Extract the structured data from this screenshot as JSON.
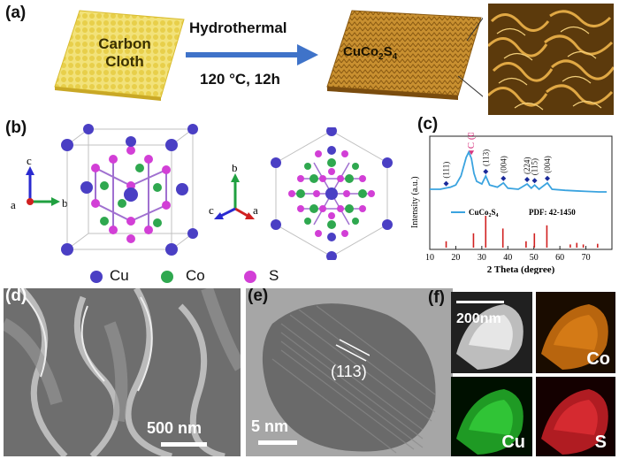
{
  "panels": {
    "a": "(a)",
    "b": "(b)",
    "c": "(c)",
    "d": "(d)",
    "e": "(e)",
    "f": "(f)"
  },
  "schematic": {
    "substrate_line1": "Carbon",
    "substrate_line2": "Cloth",
    "process": "Hydrothermal",
    "condition": "120 °C, 12h",
    "product_base": "CuCo",
    "product_sub1": "2",
    "product_mid": "S",
    "product_sub2": "4"
  },
  "crystal": {
    "axes_left": {
      "c": "c",
      "a": "a",
      "b": "b"
    },
    "axes_right": {
      "b": "b",
      "c": "c",
      "a": "a"
    },
    "legend": [
      {
        "label": "Cu",
        "color": "#4a3fc4"
      },
      {
        "label": "Co",
        "color": "#2fa84f"
      },
      {
        "label": "S",
        "color": "#d23fd6"
      }
    ]
  },
  "micro": {
    "d_scale": "500 nm",
    "e_scale": "5 nm",
    "e_plane": "(113)",
    "f_scale": "200nm",
    "f_maps": {
      "co": "Co",
      "cu": "Cu",
      "s": "S"
    }
  },
  "chart_data": {
    "type": "line",
    "xlabel": "2 Theta (degree)",
    "ylabel": "Intensity (a.u.)",
    "xlim": [
      10,
      80
    ],
    "xticks": [
      10,
      20,
      30,
      40,
      50,
      60,
      70
    ],
    "series": [
      {
        "name": "CuCo2S4",
        "color": "#3aa3df",
        "x": [
          10,
          14,
          16,
          18,
          20,
          22,
          24,
          25,
          26,
          27,
          28,
          30,
          31.5,
          33,
          36,
          38.3,
          40,
          44,
          47.4,
          49,
          50.3,
          52,
          55.2,
          57,
          62,
          66,
          70,
          75,
          78
        ],
        "y": [
          0.3,
          0.3,
          0.32,
          0.34,
          0.38,
          0.55,
          0.9,
          1.0,
          0.88,
          0.6,
          0.45,
          0.4,
          0.55,
          0.38,
          0.34,
          0.42,
          0.32,
          0.3,
          0.4,
          0.32,
          0.38,
          0.3,
          0.42,
          0.3,
          0.28,
          0.27,
          0.26,
          0.25,
          0.25
        ]
      }
    ],
    "reference": {
      "name": "PDF: 42-1450",
      "color": "#d12020",
      "x": [
        16.3,
        26.8,
        31.5,
        38.1,
        47.0,
        50.2,
        55.0,
        64.0,
        66.5,
        69.0,
        74.5
      ],
      "y": [
        0.2,
        0.45,
        1.0,
        0.6,
        0.2,
        0.45,
        0.7,
        0.1,
        0.15,
        0.1,
        0.12
      ]
    },
    "peak_labels": [
      {
        "x": 16.3,
        "label": "(111)",
        "color": "#111"
      },
      {
        "x": 26.0,
        "label": "C (002)",
        "color": "#d6357f"
      },
      {
        "x": 31.5,
        "label": "(113)",
        "color": "#111"
      },
      {
        "x": 38.3,
        "label": "(004)",
        "color": "#111"
      },
      {
        "x": 47.4,
        "label": "(224)",
        "color": "#111"
      },
      {
        "x": 50.3,
        "label": "(115)",
        "color": "#111"
      },
      {
        "x": 55.2,
        "label": "(004)",
        "color": "#111"
      }
    ],
    "legend_label_base": "CuCo",
    "legend_sub1": "2",
    "legend_mid": "S",
    "legend_sub2": "4"
  }
}
